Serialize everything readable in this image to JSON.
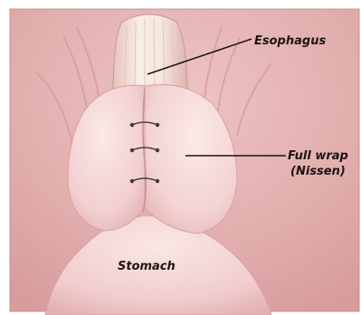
{
  "labels": {
    "esophagus": "Esophagus",
    "full_wrap_line1": "Full wrap",
    "full_wrap_line2": "(Nissen)",
    "stomach": "Stomach"
  },
  "colors": {
    "background_tissue": "#e6b7b7",
    "stomach_pink": "#f6dcdc",
    "esophagus_cream": "#f3e6de",
    "suture": "#4a3a3a",
    "leader_line": "#1c1413"
  }
}
